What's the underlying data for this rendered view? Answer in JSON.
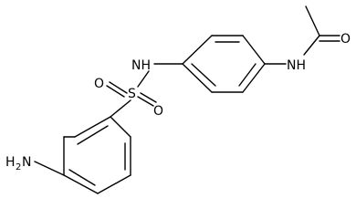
{
  "atoms": {
    "nh_sulfonamide": "NH",
    "nh_amide": "NH",
    "oxygen_carbonyl": "O",
    "sulfur": "S",
    "oxygen_sulfonyl_left": "O",
    "oxygen_sulfonyl_right": "O",
    "amine_prefix": "H",
    "amine_subscript": "2",
    "amine_n": "N"
  },
  "colors": {
    "ink": "#000000",
    "background": "#ffffff"
  }
}
